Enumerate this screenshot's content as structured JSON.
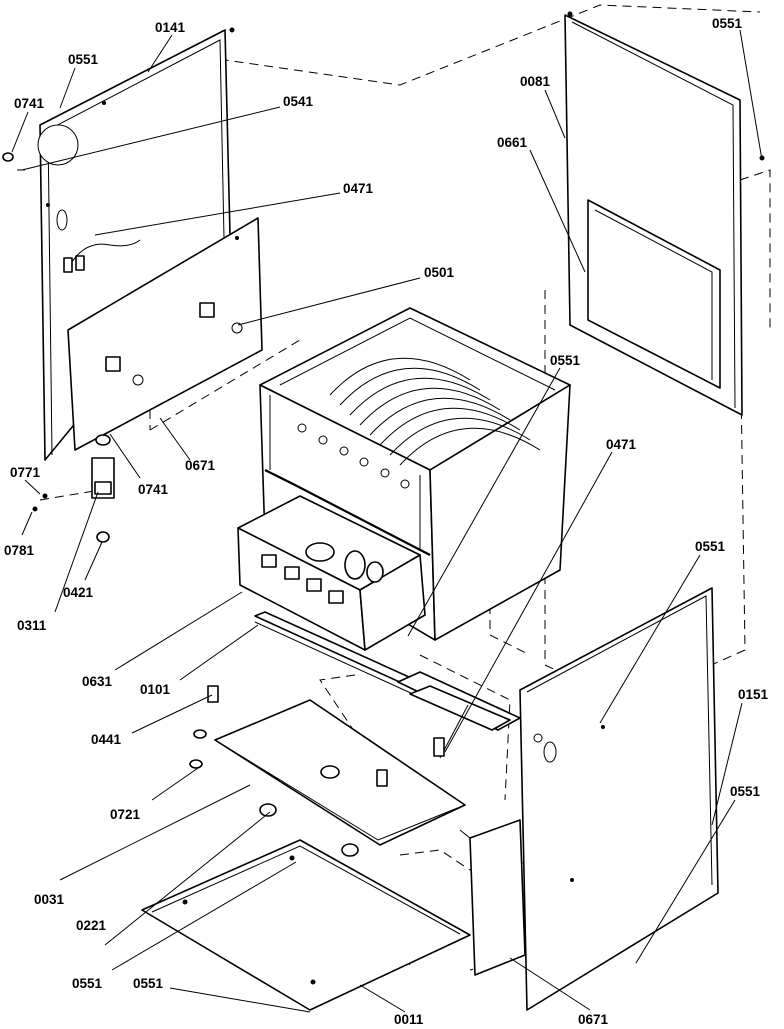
{
  "callouts": [
    {
      "id": "c-0141-top",
      "text": "0141"
    },
    {
      "id": "c-0551-topleft",
      "text": "0551"
    },
    {
      "id": "c-0741-top",
      "text": "0741"
    },
    {
      "id": "c-0541",
      "text": "0541"
    },
    {
      "id": "c-0471-left",
      "text": "0471"
    },
    {
      "id": "c-0501",
      "text": "0501"
    },
    {
      "id": "c-0081",
      "text": "0081"
    },
    {
      "id": "c-0661",
      "text": "0661"
    },
    {
      "id": "c-0551-topright",
      "text": "0551"
    },
    {
      "id": "c-0551-mid",
      "text": "0551"
    },
    {
      "id": "c-0471-right",
      "text": "0471"
    },
    {
      "id": "c-0671-left",
      "text": "0671"
    },
    {
      "id": "c-0771",
      "text": "0771"
    },
    {
      "id": "c-0741-bottom",
      "text": "0741"
    },
    {
      "id": "c-0781",
      "text": "0781"
    },
    {
      "id": "c-0421",
      "text": "0421"
    },
    {
      "id": "c-0311",
      "text": "0311"
    },
    {
      "id": "c-0551-right",
      "text": "0551"
    },
    {
      "id": "c-0631",
      "text": "0631"
    },
    {
      "id": "c-0101",
      "text": "0101"
    },
    {
      "id": "c-0151",
      "text": "0151"
    },
    {
      "id": "c-0441",
      "text": "0441"
    },
    {
      "id": "c-0721",
      "text": "0721"
    },
    {
      "id": "c-0551-lowright",
      "text": "0551"
    },
    {
      "id": "c-0031",
      "text": "0031"
    },
    {
      "id": "c-0221",
      "text": "0221"
    },
    {
      "id": "c-0551-bottom1",
      "text": "0551"
    },
    {
      "id": "c-0551-bottom2",
      "text": "0551"
    },
    {
      "id": "c-0011",
      "text": "0011"
    },
    {
      "id": "c-0671-bottom",
      "text": "0671"
    }
  ],
  "colors": {
    "line": "#000000",
    "background": "#ffffff"
  }
}
